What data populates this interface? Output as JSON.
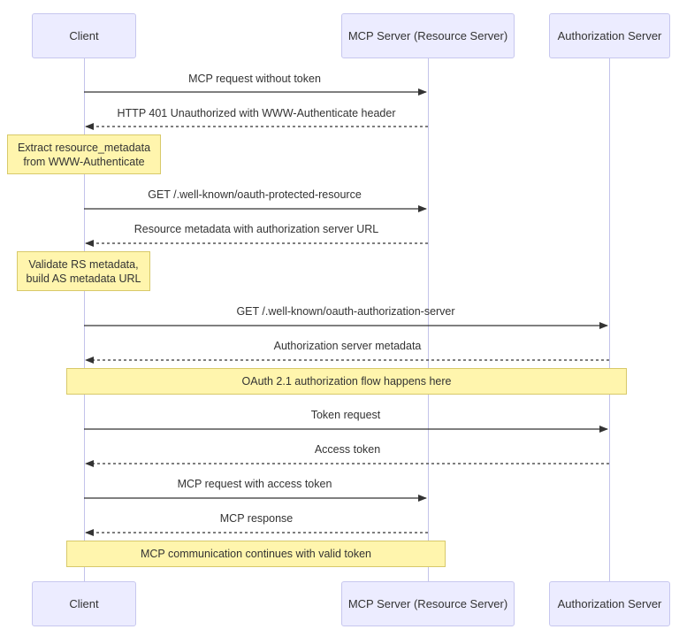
{
  "participants": {
    "client": "Client",
    "mcp_server": "MCP Server (Resource Server)",
    "auth_server": "Authorization Server"
  },
  "messages": [
    {
      "text": "MCP request without token",
      "from": "client",
      "to": "mcp_server",
      "style": "solid"
    },
    {
      "text": "HTTP 401 Unauthorized with WWW-Authenticate header",
      "from": "mcp_server",
      "to": "client",
      "style": "dashed"
    },
    {
      "text": "GET /.well-known/oauth-protected-resource",
      "from": "client",
      "to": "mcp_server",
      "style": "solid"
    },
    {
      "text": "Resource metadata with authorization server URL",
      "from": "mcp_server",
      "to": "client",
      "style": "dashed"
    },
    {
      "text": "GET /.well-known/oauth-authorization-server",
      "from": "client",
      "to": "auth_server",
      "style": "solid"
    },
    {
      "text": "Authorization server metadata",
      "from": "auth_server",
      "to": "client",
      "style": "dashed"
    },
    {
      "text": "Token request",
      "from": "client",
      "to": "auth_server",
      "style": "solid"
    },
    {
      "text": "Access token",
      "from": "auth_server",
      "to": "client",
      "style": "dashed"
    },
    {
      "text": "MCP request with access token",
      "from": "client",
      "to": "mcp_server",
      "style": "solid"
    },
    {
      "text": "MCP response",
      "from": "mcp_server",
      "to": "client",
      "style": "dashed"
    }
  ],
  "notes": [
    {
      "text": "Extract resource_metadata\nfrom WWW-Authenticate"
    },
    {
      "text": "Validate RS metadata,\nbuild AS metadata URL"
    },
    {
      "text": "OAuth 2.1 authorization flow happens here"
    },
    {
      "text": "MCP communication continues with valid token"
    }
  ],
  "colors": {
    "actor_fill": "#ECECFF",
    "note_fill": "#FFF5AD",
    "line": "#333333",
    "lifeline": "#c3c3ea"
  }
}
